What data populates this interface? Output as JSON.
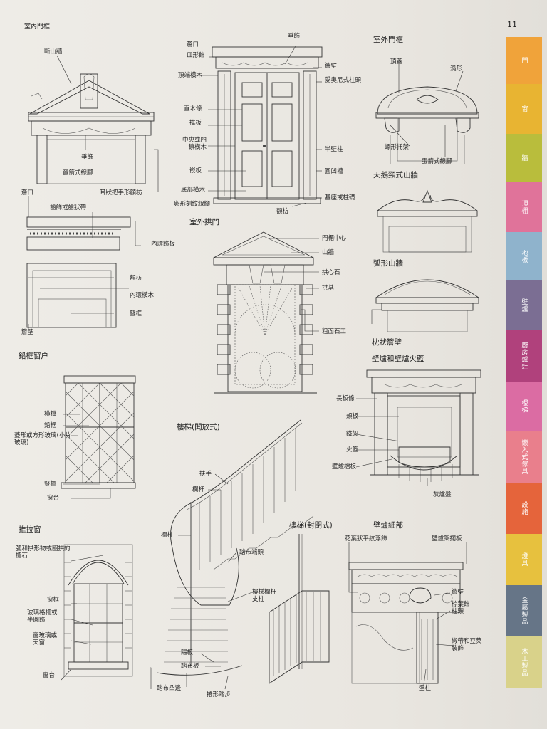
{
  "page_number": "11",
  "sections": {
    "interior_door": "室內門框",
    "exterior_door": "室外門框",
    "exterior_arch": "室外拱門",
    "lead_window": "鉛框窗户",
    "open_stair": "樓梯(開放式)",
    "closed_stair": "樓梯(封閉式)",
    "sash_window": "推拉窗",
    "swan_neck": "天鵝頸式山牆",
    "segmental": "弧形山牆",
    "cushion": "枕狀簷壁",
    "fireplace": "壁爐和壁爐火籃",
    "fireplace_detail": "壁爐細部"
  },
  "labels": {
    "broken_pediment": "斷山牆",
    "garland": "垂飾",
    "egg_dart": "蛋箭式線腳",
    "ear_handle": "耳狀把手形額枋",
    "cornice_a": "簷口",
    "dentil": "齒飾或齒狀帶",
    "inner_architrave": "內環飾板",
    "architrave": "額枋",
    "inner_lintel": "內環橫木",
    "jamb": "豎框",
    "frieze_a": "簷壁",
    "cornice_b": "簷口",
    "cyma": "皿形飾",
    "top_rail": "頂端橫木",
    "stile": "直木條",
    "panel": "推板",
    "lock_rail": "中央或門鎖橫木",
    "inset_panel": "嵌板",
    "bottom_rail": "底部橫木",
    "ovolo": "卵形刻紋線腳",
    "garland_b": "垂飾",
    "frieze_b": "簷壁",
    "ionic": "愛奧尼式柱頭",
    "pilaster": "半壁柱",
    "fluting": "圓凹槽",
    "plinth": "基座或柱礎",
    "architrave_b": "額枋",
    "door_hood": "頂蓋",
    "scroll": "渦形",
    "bracket": "螺形托架",
    "egg_dart_b": "蛋箭式線腳",
    "door_center": "門楣中心",
    "pediment": "山牆",
    "keystone": "拱心石",
    "voussoir": "拱基",
    "rustication": "粗面石工",
    "transom": "横檔",
    "lead_came": "鉛框",
    "quarry": "菱形或方形玻璃(小片玻璃)",
    "mullion": "豎櫺",
    "sill": "窗台",
    "mantel_shelf": "長板條",
    "cheek": "頰板",
    "grate": "鐵架",
    "fire_basket": "火籃",
    "hearth_rail": "壁爐檔板",
    "ash_pan": "灰爐盤",
    "handrail": "扶手",
    "baluster": "欄杆",
    "newel": "欄柱",
    "tread_end": "踏布端頭",
    "closed_baluster": "樓梯欄杆支柱",
    "riser": "踢板",
    "tread": "踏布板",
    "nosing": "踏布凸邊",
    "curtail_step": "捲形踏步",
    "arch_head": "弧和拱形物或圈拱的楣石",
    "glazing_bar": "窗框",
    "sash_bar": "玻璃格柵或半圓飾",
    "pane": "窗玻璃或天窗",
    "sill_b": "窗台",
    "anthemion": "花葉狀平紋浮飾",
    "mantel_board": "壁爐架擱板",
    "frieze_c": "簷壁",
    "capital": "棕葉飾柱頭",
    "ribbon": "緞帶和豆莢裝飾",
    "pilaster_b": "壁柱"
  },
  "tabs": [
    {
      "label": "門",
      "color": "#f0a33a"
    },
    {
      "label": "窗",
      "color": "#e8b432"
    },
    {
      "label": "牆",
      "color": "#b9bd3c"
    },
    {
      "label": "頂棚",
      "color": "#e0739a"
    },
    {
      "label": "地板",
      "color": "#8fb3cc"
    },
    {
      "label": "壁爐",
      "color": "#7b6e93"
    },
    {
      "label": "廚房爐灶",
      "color": "#b0417c"
    },
    {
      "label": "樓梯",
      "color": "#db6ca3"
    },
    {
      "label": "嵌入式傢具",
      "color": "#e97f8c"
    },
    {
      "label": "設施",
      "color": "#e5643b"
    },
    {
      "label": "燈具",
      "color": "#e7c13e"
    },
    {
      "label": "金屬製品",
      "color": "#667587"
    },
    {
      "label": "木工製品",
      "color": "#d9d28a"
    }
  ]
}
